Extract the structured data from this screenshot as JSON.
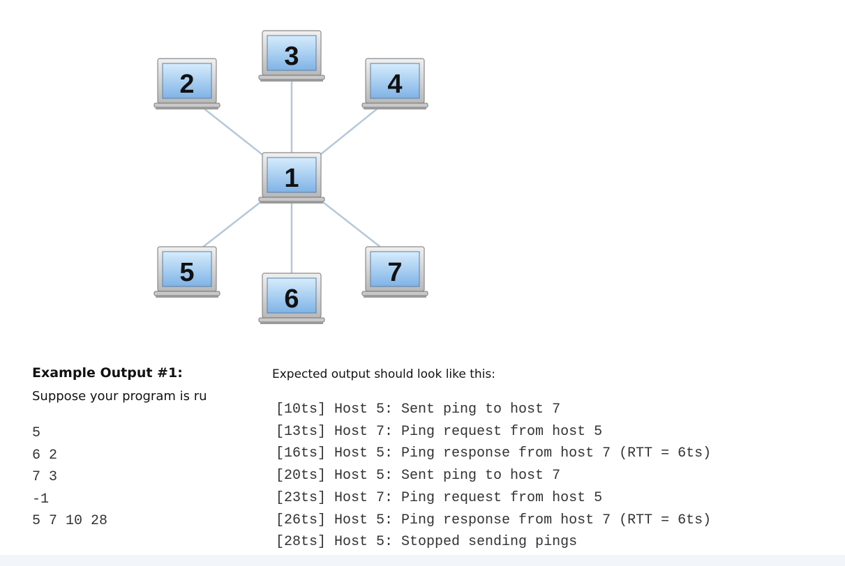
{
  "diagram": {
    "hub": "1",
    "hosts": [
      "2",
      "3",
      "4",
      "5",
      "6",
      "7"
    ],
    "edges": [
      [
        "1",
        "2"
      ],
      [
        "1",
        "3"
      ],
      [
        "1",
        "4"
      ],
      [
        "1",
        "5"
      ],
      [
        "1",
        "6"
      ],
      [
        "1",
        "7"
      ]
    ]
  },
  "example": {
    "heading": "Example Output #1:",
    "description": "Suppose your program is ru",
    "input_lines": [
      "5",
      "6 2",
      "7 3",
      "-1",
      "5 7 10 28"
    ]
  },
  "expected": {
    "label": "Expected output should look like this:",
    "lines": [
      "[10ts] Host 5: Sent ping to host 7",
      "[13ts] Host 7: Ping request from host 5",
      "[16ts] Host 5: Ping response from host 7 (RTT = 6ts)",
      "[20ts] Host 5: Sent ping to host 7",
      "[23ts] Host 7: Ping request from host 5",
      "[26ts] Host 5: Ping response from host 7 (RTT = 6ts)",
      "[28ts] Host 5: Stopped sending pings"
    ]
  },
  "colors": {
    "edge": "#b4c8da",
    "screen": "#8fbce8",
    "laptop_body": "#d4d4d4",
    "text": "#333333"
  }
}
